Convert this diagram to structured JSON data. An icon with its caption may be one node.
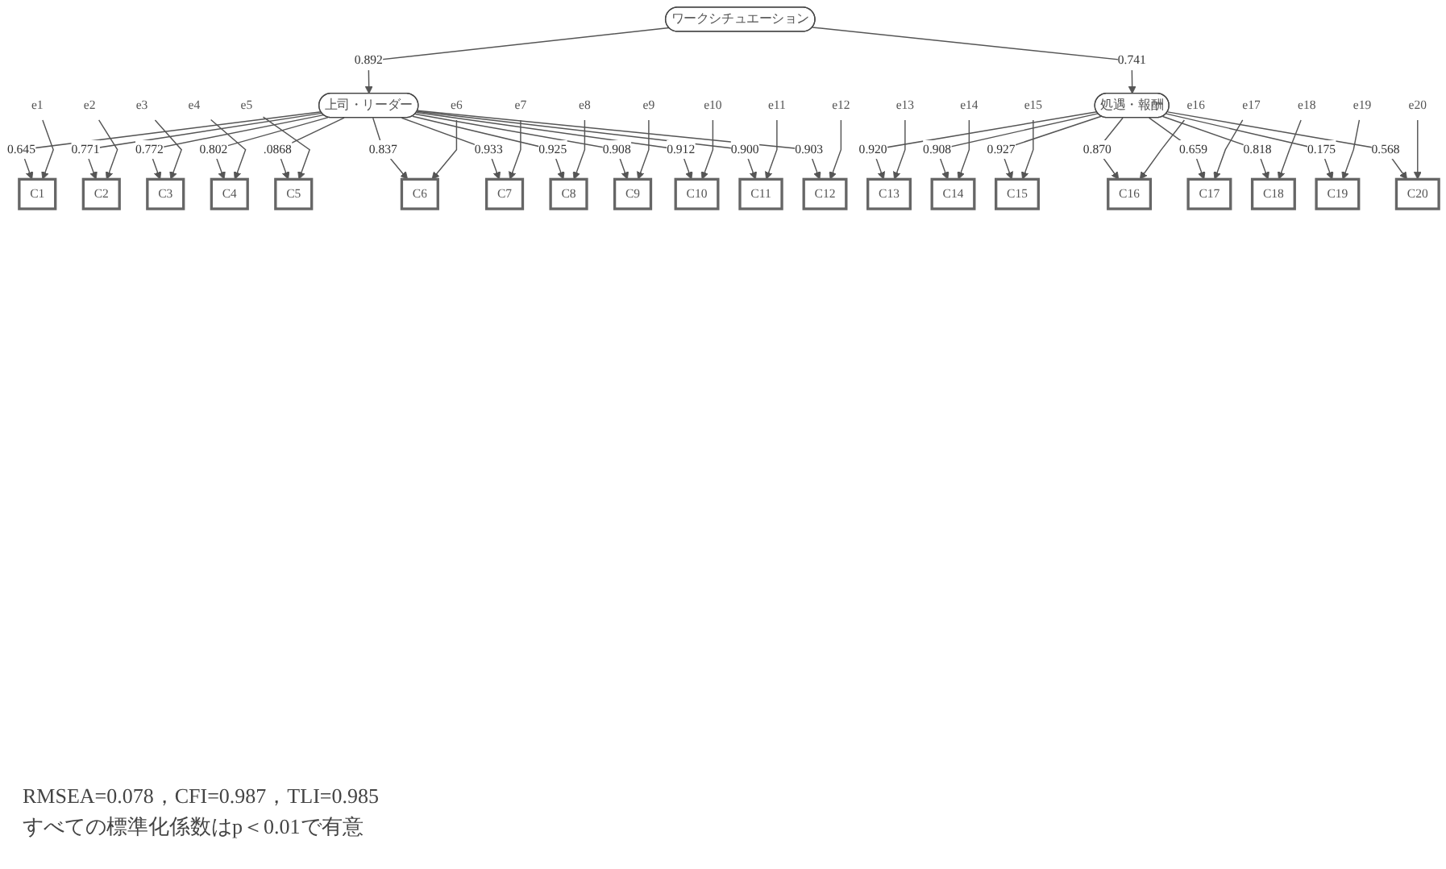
{
  "diagram": {
    "nodes": [
      {
        "text": [
          "ワークシチュエーション"
        ]
      },
      {
        "text": [
          "上司・リーダー"
        ]
      },
      {
        "text": [
          "処遇・報酬"
        ]
      },
      {
        "text": [
          "C1"
        ]
      },
      {
        "text": [
          "C2"
        ]
      },
      {
        "text": [
          "C3"
        ]
      },
      {
        "text": [
          "C4"
        ]
      },
      {
        "text": [
          "C5"
        ]
      },
      {
        "text": [
          "C6"
        ]
      },
      {
        "text": [
          "C7"
        ]
      },
      {
        "text": [
          "C8"
        ]
      },
      {
        "text": [
          "C9"
        ]
      },
      {
        "text": [
          "C10"
        ]
      },
      {
        "text": [
          "C11"
        ]
      },
      {
        "text": [
          "C12"
        ]
      },
      {
        "text": [
          "C13"
        ]
      },
      {
        "text": [
          "C14"
        ]
      },
      {
        "text": [
          "C15"
        ]
      },
      {
        "text": [
          "C16"
        ]
      },
      {
        "text": [
          "C17"
        ]
      },
      {
        "text": [
          "C18"
        ]
      },
      {
        "text": [
          "C19"
        ]
      },
      {
        "text": [
          "C20"
        ]
      },
      {
        "text": [
          "e1"
        ]
      },
      {
        "text": [
          "e2"
        ]
      },
      {
        "text": [
          "e3"
        ]
      },
      {
        "text": [
          "e4"
        ]
      },
      {
        "text": [
          "e5"
        ]
      },
      {
        "text": [
          "e6"
        ]
      },
      {
        "text": [
          "e7"
        ]
      },
      {
        "text": [
          "e8"
        ]
      },
      {
        "text": [
          "e9"
        ]
      },
      {
        "text": [
          "e10"
        ]
      },
      {
        "text": [
          "e11"
        ]
      },
      {
        "text": [
          "e12"
        ]
      },
      {
        "text": [
          "e13"
        ]
      },
      {
        "text": [
          "e14"
        ]
      },
      {
        "text": [
          "e15"
        ]
      },
      {
        "text": [
          "e16"
        ]
      },
      {
        "text": [
          "e17"
        ]
      },
      {
        "text": [
          "e18"
        ]
      },
      {
        "text": [
          "e19"
        ]
      },
      {
        "text": [
          "e20"
        ]
      }
    ],
    "edges": [
      {
        "from": 0,
        "to": 1,
        "arrow": "to",
        "label": "0.892"
      },
      {
        "from": 0,
        "to": 2,
        "arrow": "to",
        "label": "0.741"
      },
      {
        "from": 1,
        "to": 3,
        "arrow": "to",
        "label": "0.645"
      },
      {
        "from": 1,
        "to": 4,
        "arrow": "to",
        "label": "0.771"
      },
      {
        "from": 1,
        "to": 5,
        "arrow": "to",
        "label": "0.772"
      },
      {
        "from": 1,
        "to": 6,
        "arrow": "to",
        "label": "0.802"
      },
      {
        "from": 1,
        "to": 7,
        "arrow": "to",
        "label": ".0868"
      },
      {
        "from": 1,
        "to": 8,
        "arrow": "to",
        "label": "0.837"
      },
      {
        "from": 1,
        "to": 9,
        "arrow": "to",
        "label": "0.933"
      },
      {
        "from": 1,
        "to": 10,
        "arrow": "to",
        "label": "0.925"
      },
      {
        "from": 1,
        "to": 11,
        "arrow": "to",
        "label": "0.908"
      },
      {
        "from": 1,
        "to": 12,
        "arrow": "to",
        "label": "0.912"
      },
      {
        "from": 1,
        "to": 13,
        "arrow": "to",
        "label": "0.900"
      },
      {
        "from": 1,
        "to": 14,
        "arrow": "to",
        "label": "0.903"
      },
      {
        "from": 2,
        "to": 15,
        "arrow": "to",
        "label": "0.920"
      },
      {
        "from": 2,
        "to": 16,
        "arrow": "to",
        "label": "0.908"
      },
      {
        "from": 2,
        "to": 17,
        "arrow": "to",
        "label": "0.927"
      },
      {
        "from": 2,
        "to": 18,
        "arrow": "to",
        "label": "0.870"
      },
      {
        "from": 2,
        "to": 19,
        "arrow": "to",
        "label": "0.659"
      },
      {
        "from": 2,
        "to": 20,
        "arrow": "to",
        "label": "0.818"
      },
      {
        "from": 2,
        "to": 21,
        "arrow": "to",
        "label": "0.175"
      },
      {
        "from": 2,
        "to": 22,
        "arrow": "to",
        "label": "0.568"
      },
      {
        "from": 23,
        "to": 3,
        "arrow": "to"
      },
      {
        "from": 24,
        "to": 4,
        "arrow": "to"
      },
      {
        "from": 25,
        "to": 5,
        "arrow": "to"
      },
      {
        "from": 26,
        "to": 6,
        "arrow": "to"
      },
      {
        "from": 27,
        "to": 7,
        "arrow": "to"
      },
      {
        "from": 28,
        "to": 8,
        "arrow": "to"
      },
      {
        "from": 29,
        "to": 9,
        "arrow": "to"
      },
      {
        "from": 30,
        "to": 10,
        "arrow": "to"
      },
      {
        "from": 31,
        "to": 11,
        "arrow": "to"
      },
      {
        "from": 32,
        "to": 12,
        "arrow": "to"
      },
      {
        "from": 33,
        "to": 13,
        "arrow": "to"
      },
      {
        "from": 34,
        "to": 14,
        "arrow": "to"
      },
      {
        "from": 35,
        "to": 15,
        "arrow": "to"
      },
      {
        "from": 36,
        "to": 16,
        "arrow": "to"
      },
      {
        "from": 37,
        "to": 17,
        "arrow": "to"
      },
      {
        "from": 38,
        "to": 18,
        "arrow": "to"
      },
      {
        "from": 39,
        "to": 19,
        "arrow": "to"
      },
      {
        "from": 40,
        "to": 20,
        "arrow": "to"
      },
      {
        "from": 41,
        "to": 21,
        "arrow": "to"
      },
      {
        "from": 42,
        "to": 22,
        "arrow": "to"
      }
    ],
    "labels": [
      "RMSEA=0.078，CFI=0.987，TLI=0.985",
      "すべての標準化係数はp＜0.01で有意"
    ]
  }
}
